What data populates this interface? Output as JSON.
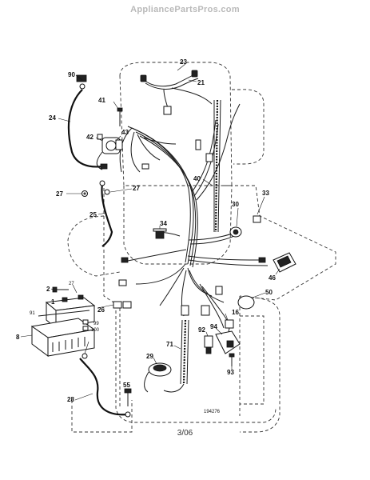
{
  "watermark": "AppliancePartsPros.com",
  "diagram_id": "194276",
  "footer_date": "3/06",
  "callouts": [
    {
      "id": "c23",
      "label": "23"
    },
    {
      "id": "c21",
      "label": "21"
    },
    {
      "id": "c90",
      "label": "90"
    },
    {
      "id": "c41",
      "label": "41"
    },
    {
      "id": "c24",
      "label": "24"
    },
    {
      "id": "c42",
      "label": "42"
    },
    {
      "id": "c43",
      "label": "43"
    },
    {
      "id": "c40",
      "label": "40"
    },
    {
      "id": "c27a",
      "label": "27"
    },
    {
      "id": "c27b",
      "label": "27"
    },
    {
      "id": "c30",
      "label": "30"
    },
    {
      "id": "c33",
      "label": "33"
    },
    {
      "id": "c25",
      "label": "25"
    },
    {
      "id": "c34",
      "label": "34"
    },
    {
      "id": "c46",
      "label": "46"
    },
    {
      "id": "c2",
      "label": "2"
    },
    {
      "id": "c27c",
      "label": "27"
    },
    {
      "id": "c1",
      "label": "1"
    },
    {
      "id": "c91",
      "label": "91"
    },
    {
      "id": "c26",
      "label": "26"
    },
    {
      "id": "c50",
      "label": "50"
    },
    {
      "id": "c99",
      "label": "99"
    },
    {
      "id": "c100",
      "label": "100"
    },
    {
      "id": "c8",
      "label": "8"
    },
    {
      "id": "c16",
      "label": "16"
    },
    {
      "id": "c94",
      "label": "94"
    },
    {
      "id": "c92",
      "label": "92"
    },
    {
      "id": "c71",
      "label": "71"
    },
    {
      "id": "c29",
      "label": "29"
    },
    {
      "id": "c93",
      "label": "93"
    },
    {
      "id": "c28",
      "label": "28"
    },
    {
      "id": "c55",
      "label": "55"
    }
  ]
}
